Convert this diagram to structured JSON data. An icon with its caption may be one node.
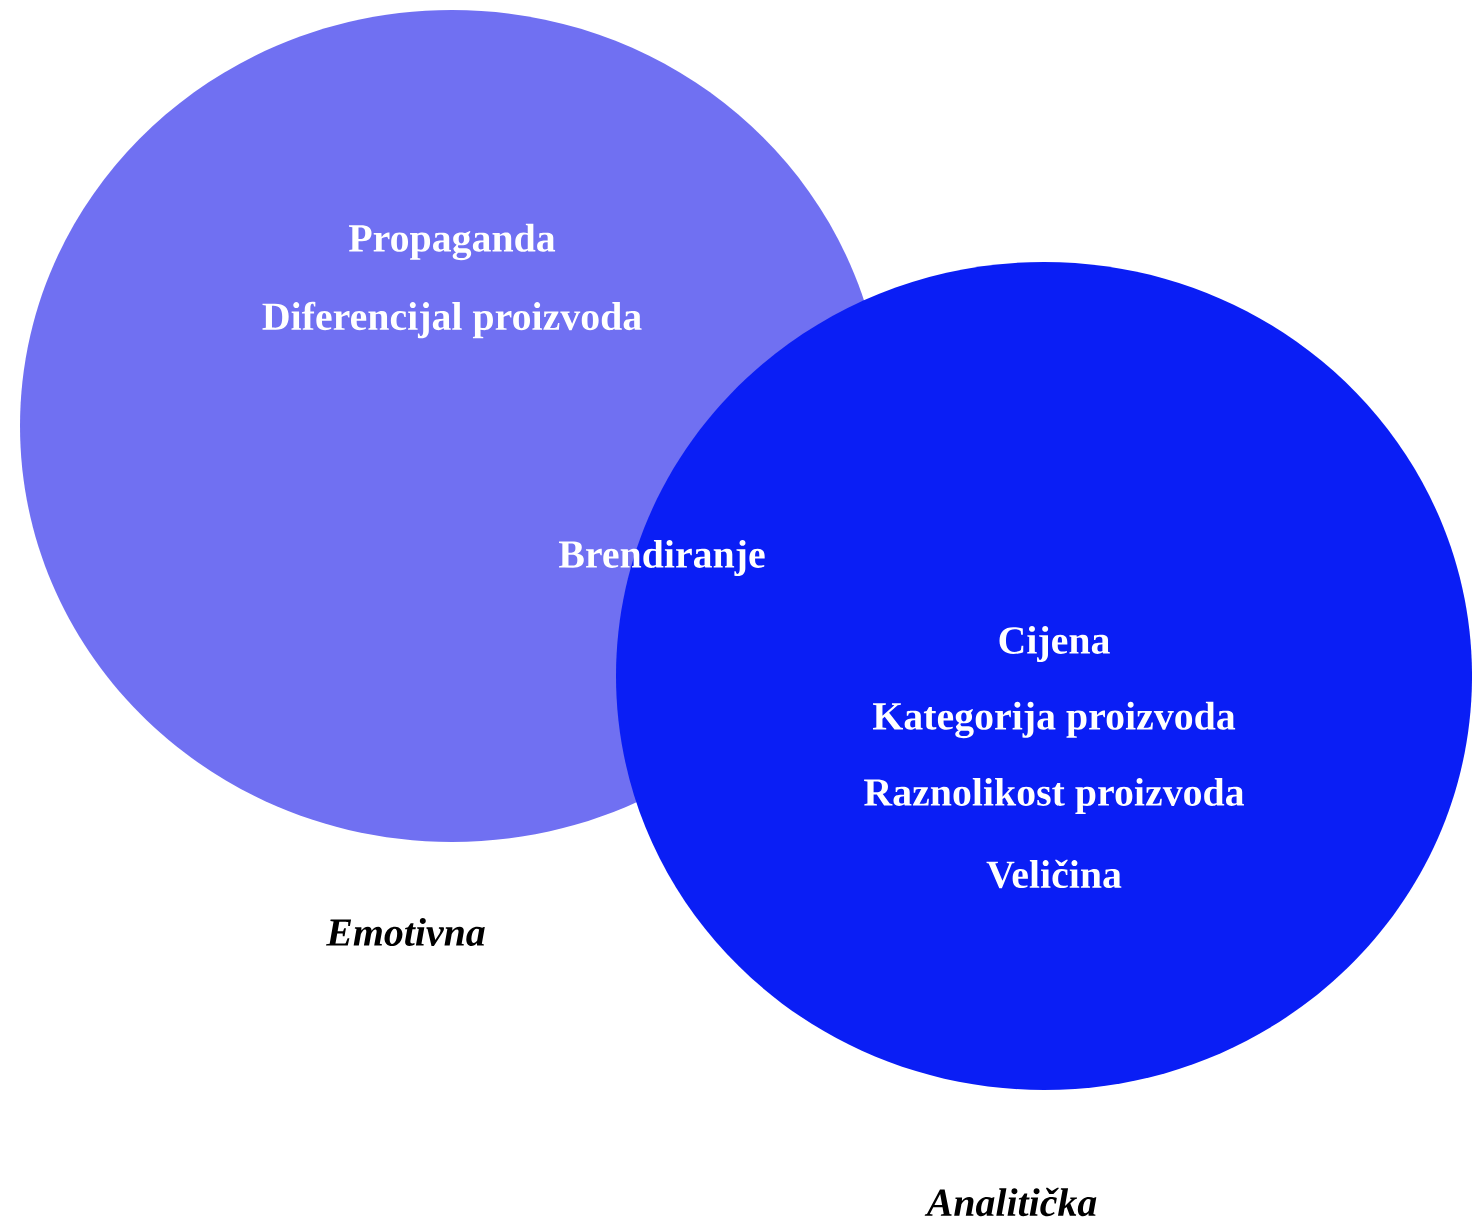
{
  "diagram": {
    "nodes": [
      {
        "text": [
          "Propaganda",
          "Diferencijal proizvoda"
        ],
        "beside": [
          "Emotivna"
        ]
      },
      {
        "text": [
          "Cijena",
          "Kategorija proizvoda",
          "Raznolikost proizvoda",
          "Veličina"
        ],
        "beside": [
          "Analitička"
        ]
      }
    ],
    "labels": [
      "Brendiranje"
    ]
  }
}
